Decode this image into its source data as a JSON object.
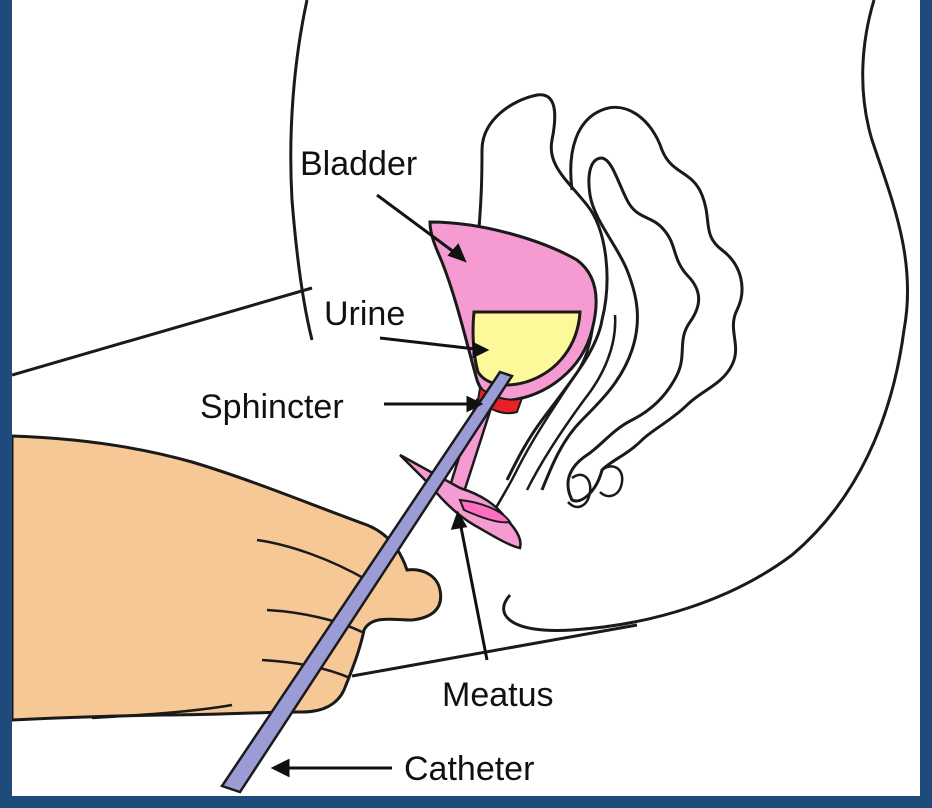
{
  "labels": {
    "bladder": "Bladder",
    "urine": "Urine",
    "sphincter": "Sphincter",
    "meatus": "Meatus",
    "catheter": "Catheter"
  },
  "colors": {
    "frame": "#1f4a7c",
    "background": "#ffffff",
    "outline": "#1a1a1a",
    "bladder": "#f59bd2",
    "urine": "#fbf99a",
    "sphincter": "#e8202a",
    "catheter": "#9b9bd6",
    "hand": "#f6c896"
  }
}
